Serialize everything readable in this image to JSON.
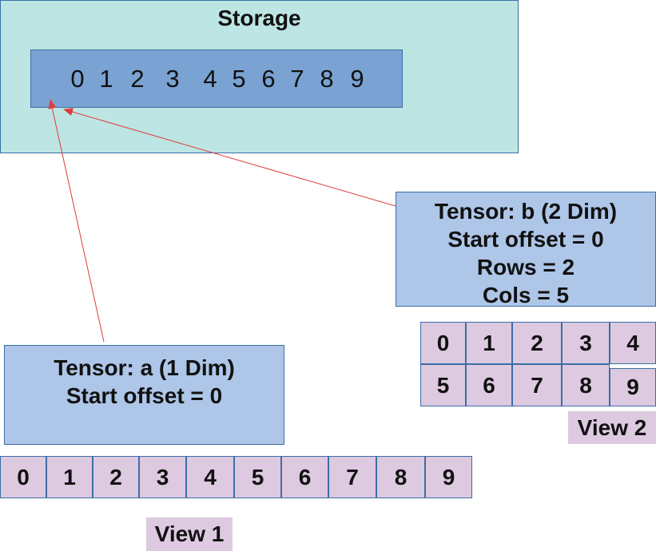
{
  "storage": {
    "title": "Storage",
    "values": [
      "0",
      "1",
      "2",
      "3",
      "4",
      "5",
      "6",
      "7",
      "8",
      "9"
    ]
  },
  "tensor_b": {
    "line1": "Tensor: b (2 Dim)",
    "line2": "Start offset = 0",
    "line3": "Rows = 2",
    "line4": "Cols = 5"
  },
  "tensor_a": {
    "line1": "Tensor: a (1 Dim)",
    "line2": "Start offset = 0"
  },
  "view2": {
    "label": "View 2",
    "rows": [
      [
        "0",
        "1",
        "2",
        "3",
        "4"
      ],
      [
        "5",
        "6",
        "7",
        "8",
        "9"
      ]
    ]
  },
  "view1": {
    "label": "View 1",
    "cells": [
      "0",
      "1",
      "2",
      "3",
      "4",
      "5",
      "6",
      "7",
      "8",
      "9"
    ]
  },
  "colors": {
    "storage_bg": "#bde5e3",
    "strip_bg": "#7aa3d4",
    "tensor_bg": "#aec6e8",
    "cell_bg": "#ddc9e0",
    "arrow": "#e03c3c"
  }
}
